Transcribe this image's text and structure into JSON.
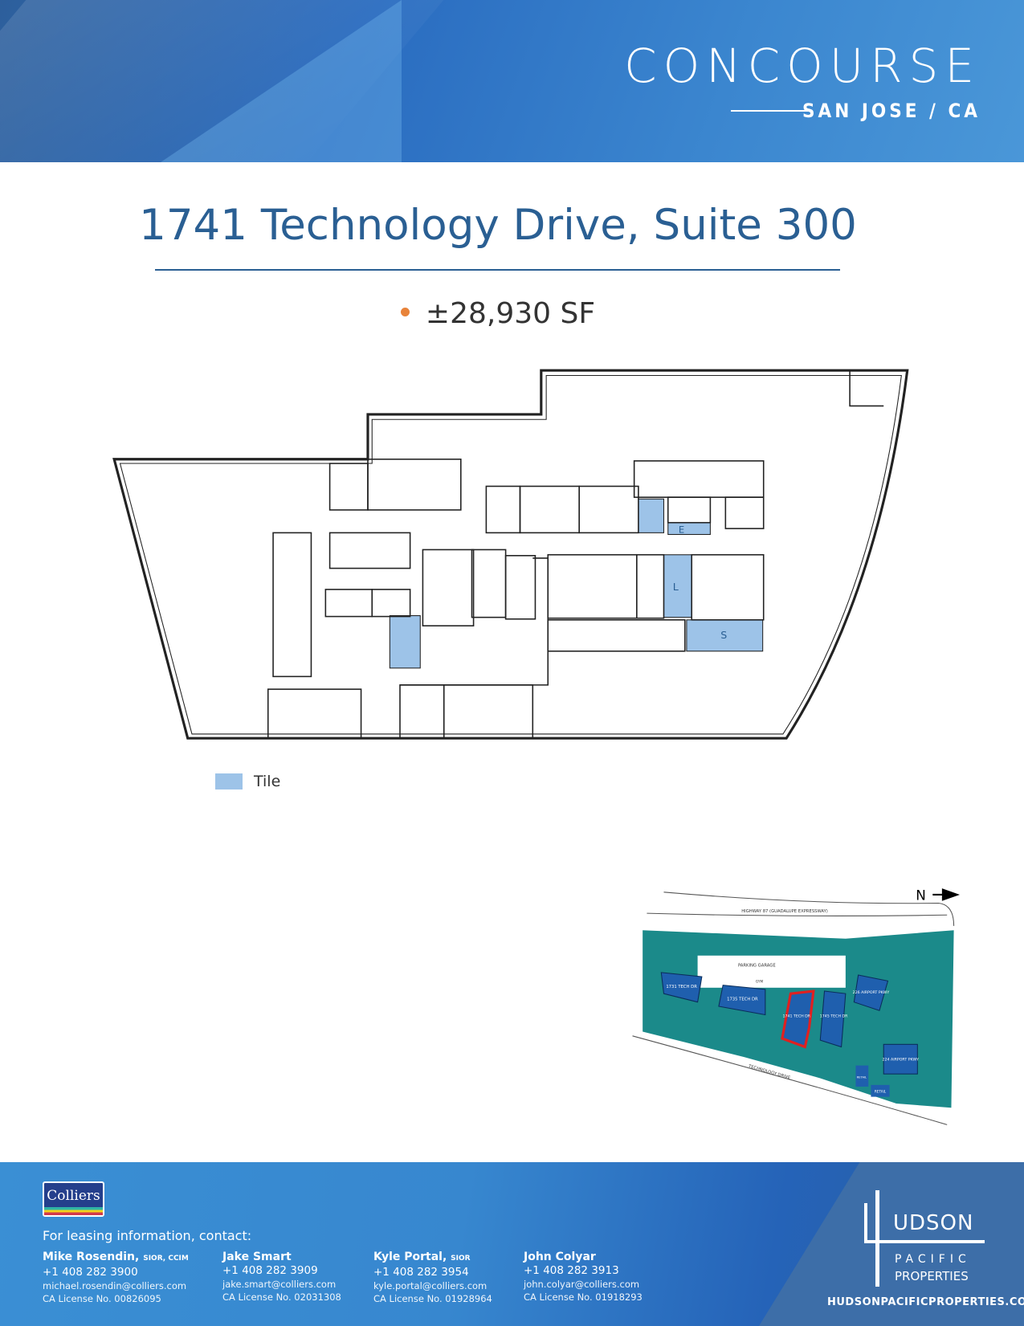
{
  "header": {
    "brand": "CONCOURSE",
    "location": "SAN JOSE / CA"
  },
  "title": "1741 Technology Drive, Suite 300",
  "area": "±28,930 SF",
  "floorplan": {
    "room_labels": [
      "E",
      "L",
      "S"
    ],
    "legend": [
      {
        "label": "Tile",
        "color": "#9dc3e8"
      }
    ]
  },
  "site_map": {
    "north_label": "N",
    "labels": {
      "highway": "HIGHWAY 87 (GUADALUPE EXPRESSWAY)",
      "garage": "PARKING GARAGE",
      "gym": "GYM",
      "b1731": "1731 TECH DR",
      "b1735": "1735 TECH DR",
      "b1741": "1741 TECH DR",
      "b1745": "1745 TECH DR",
      "b226": "226 AIRPORT PKWY",
      "b224": "224 AIRPORT PKWY",
      "retail1": "RETAIL",
      "retail2": "RETAIL",
      "street": "TECHNOLOGY DRIVE"
    },
    "highlight_color": "#e02020"
  },
  "footer": {
    "logo": "Colliers",
    "lease_text": "For leasing information, contact:",
    "contacts": [
      {
        "name": "Mike Rosendin,",
        "cred": "SIOR, CCIM",
        "phone": "+1 408 282 3900",
        "email": "michael.rosendin@colliers.com",
        "license": "CA License No. 00826095"
      },
      {
        "name": "Jake Smart",
        "cred": "",
        "phone": "+1 408 282 3909",
        "email": "jake.smart@colliers.com",
        "license": "CA License No. 02031308"
      },
      {
        "name": "Kyle Portal,",
        "cred": "SIOR",
        "phone": "+1 408 282 3954",
        "email": "kyle.portal@colliers.com",
        "license": "CA License No. 01928964"
      },
      {
        "name": "John Colyar",
        "cred": "",
        "phone": "+1 408 282 3913",
        "email": "john.colyar@colliers.com",
        "license": "CA License No. 01918293"
      }
    ],
    "hudson": {
      "line1": "UDSON",
      "line2": "PACIFIC",
      "line3": "PROPERTIES",
      "url": "HUDSONPACIFICPROPERTIES.COM"
    }
  }
}
